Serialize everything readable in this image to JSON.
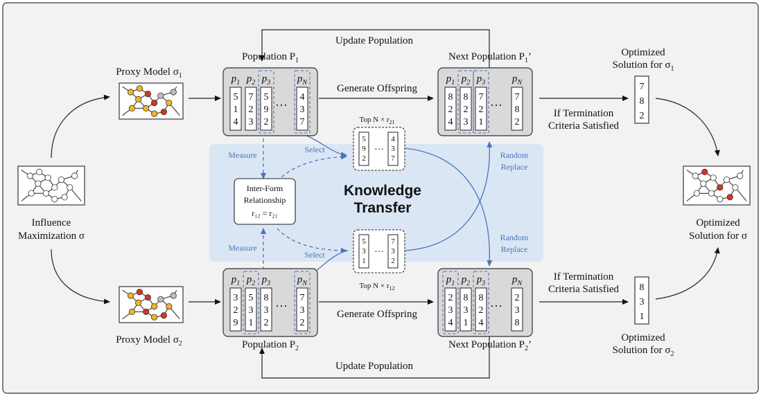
{
  "labels": {
    "update_population": "Update Population",
    "generate_offspring": "Generate Offspring",
    "population_p1": "Population P",
    "population_p1_sub": "1",
    "population_p2": "Population P",
    "population_p2_sub": "2",
    "next_population_1": "Next Population P",
    "next_population_1_sub": "1",
    "next_population_1_suffix": "’",
    "next_population_2": "Next Population  P",
    "next_population_2_sub": "2",
    "next_population_2_suffix": "’",
    "proxy_model_1": "Proxy Model σ",
    "proxy_model_1_sub": "1",
    "proxy_model_2": "Proxy Model σ",
    "proxy_model_2_sub": "2",
    "influence_line1": "Influence",
    "influence_line2": "Maximization σ",
    "optimized_1_line1": "Optimized",
    "optimized_1_line2": "Solution for σ",
    "optimized_1_sub": "1",
    "optimized_2_line1": "Optimized",
    "optimized_2_line2": "Solution for σ",
    "optimized_2_sub": "2",
    "optimized_main_line1": "Optimized",
    "optimized_main_line2": "Solution for σ",
    "termination_line1": "If Termination",
    "termination_line2": "Criteria Satisfied",
    "knowledge_line1": "Knowledge",
    "knowledge_line2": "Transfer",
    "measure": "Measure",
    "select": "Select",
    "random_replace_line1": "Random",
    "random_replace_line2": "Replace",
    "inter_form_line1": "Inter-Form",
    "inter_form_line2": "Relationship",
    "inter_form_line3": "r₁₂ = r₂₁",
    "top_n_r21": "Top N × r",
    "top_n_r21_sub": "21",
    "top_n_r12": "Top N × r",
    "top_n_r12_sub": "12",
    "dots": "···"
  },
  "individual_headers": [
    "p1",
    "p2",
    "p3",
    "pN"
  ],
  "population_1": [
    [
      "5",
      "1",
      "4"
    ],
    [
      "7",
      "2",
      "3"
    ],
    [
      "5",
      "9",
      "2"
    ],
    [
      "4",
      "3",
      "7"
    ]
  ],
  "next_population_1": [
    [
      "8",
      "2",
      "4"
    ],
    [
      "8",
      "2",
      "3"
    ],
    [
      "7",
      "2",
      "1"
    ],
    [
      "7",
      "8",
      "2"
    ]
  ],
  "population_2": [
    [
      "3",
      "2",
      "9"
    ],
    [
      "5",
      "3",
      "1"
    ],
    [
      "8",
      "3",
      "2"
    ],
    [
      "7",
      "3",
      "2"
    ]
  ],
  "next_population_2": [
    [
      "2",
      "3",
      "4"
    ],
    [
      "8",
      "3",
      "1"
    ],
    [
      "8",
      "2",
      "4"
    ],
    [
      "2",
      "3",
      "8"
    ]
  ],
  "selected_r21": [
    [
      "5",
      "9",
      "2"
    ],
    [
      "4",
      "3",
      "7"
    ]
  ],
  "selected_r12": [
    [
      "5",
      "3",
      "1"
    ],
    [
      "7",
      "3",
      "2"
    ]
  ],
  "solution_1": [
    "7",
    "8",
    "2"
  ],
  "solution_2": [
    "8",
    "3",
    "1"
  ],
  "colors": {
    "knowledge_band": "#dbe6f5",
    "arrow_blue": "#4a74b8",
    "node_yellow": "#f2b42a",
    "node_red": "#d9341f",
    "node_gray": "#bfbfbf",
    "panel_gray": "#d9d9d9"
  }
}
